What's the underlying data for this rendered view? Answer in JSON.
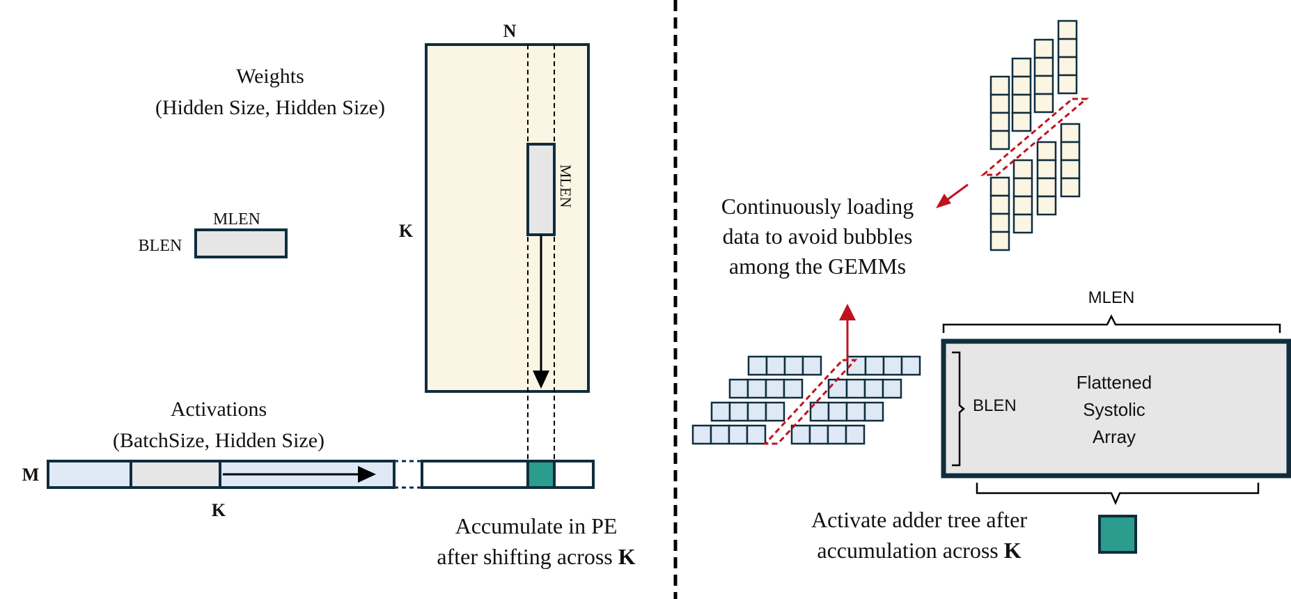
{
  "left_panel": {
    "weights_title": "Weights",
    "weights_shape": "(Hidden Size, Hidden Size)",
    "activations_title": "Activations",
    "activations_shape": "(BatchSize, Hidden Size)",
    "label_n": "N",
    "label_k_weights": "K",
    "label_mlen_vertical": "MLEN",
    "tile_mlen": "MLEN",
    "tile_blen": "BLEN",
    "label_m": "M",
    "label_k_activations": "K",
    "accumulate_line1": "Accumulate in PE",
    "accumulate_line2_prefix": "after shifting across ",
    "accumulate_line2_bold": "K"
  },
  "right_panel": {
    "loading_line1": "Continuously loading",
    "loading_line2": "data to avoid bubbles",
    "loading_line3": "among the GEMMs",
    "array_mlen": "MLEN",
    "array_blen": "BLEN",
    "array_line1": "Flattened",
    "array_line2": "Systolic",
    "array_line3": "Array",
    "adder_line1": "Activate adder tree after",
    "adder_line2_prefix": "accumulation across ",
    "adder_line2_bold": "K"
  },
  "colors": {
    "weights_fill": "#fbf5e3",
    "activations_fill": "#dfe9f5",
    "tile_fill": "#e6e6e6",
    "pe_fill": "#2a9d8f",
    "outline": "#0f2d3d",
    "highlight_red": "#c0121e"
  }
}
